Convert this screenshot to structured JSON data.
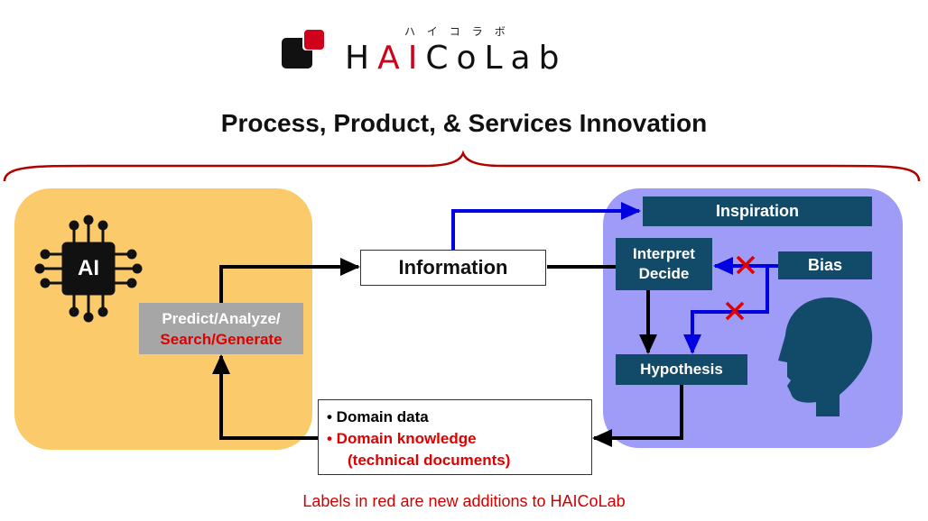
{
  "logo": {
    "kana": "ハイコラボ",
    "text_part1": "H",
    "text_part2": "AI",
    "text_part3": "CoLab",
    "brand_color": "#d0021b"
  },
  "title": "Process, Product, & Services Innovation",
  "ai_panel": {
    "chip_label": "AI",
    "predict_line1": "Predict/Analyze/",
    "predict_line2": "Search/Generate",
    "color": "#fbcb6b"
  },
  "information_label": "Information",
  "human_panel": {
    "inspiration": "Inspiration",
    "interpret_line1": "Interpret",
    "interpret_line2": "Decide",
    "bias": "Bias",
    "hypothesis": "Hypothesis",
    "color": "#9e9cf6"
  },
  "domain": {
    "item1": "• Domain data",
    "item2": "• Domain knowledge",
    "item2_cont": "(technical documents)"
  },
  "footnote": "Labels in red are new additions to HAICoLab",
  "colors": {
    "accent_red": "#e00000",
    "node_dark": "#124b6a",
    "arrow_blue": "#0000e0",
    "brace_red": "#b00000"
  }
}
